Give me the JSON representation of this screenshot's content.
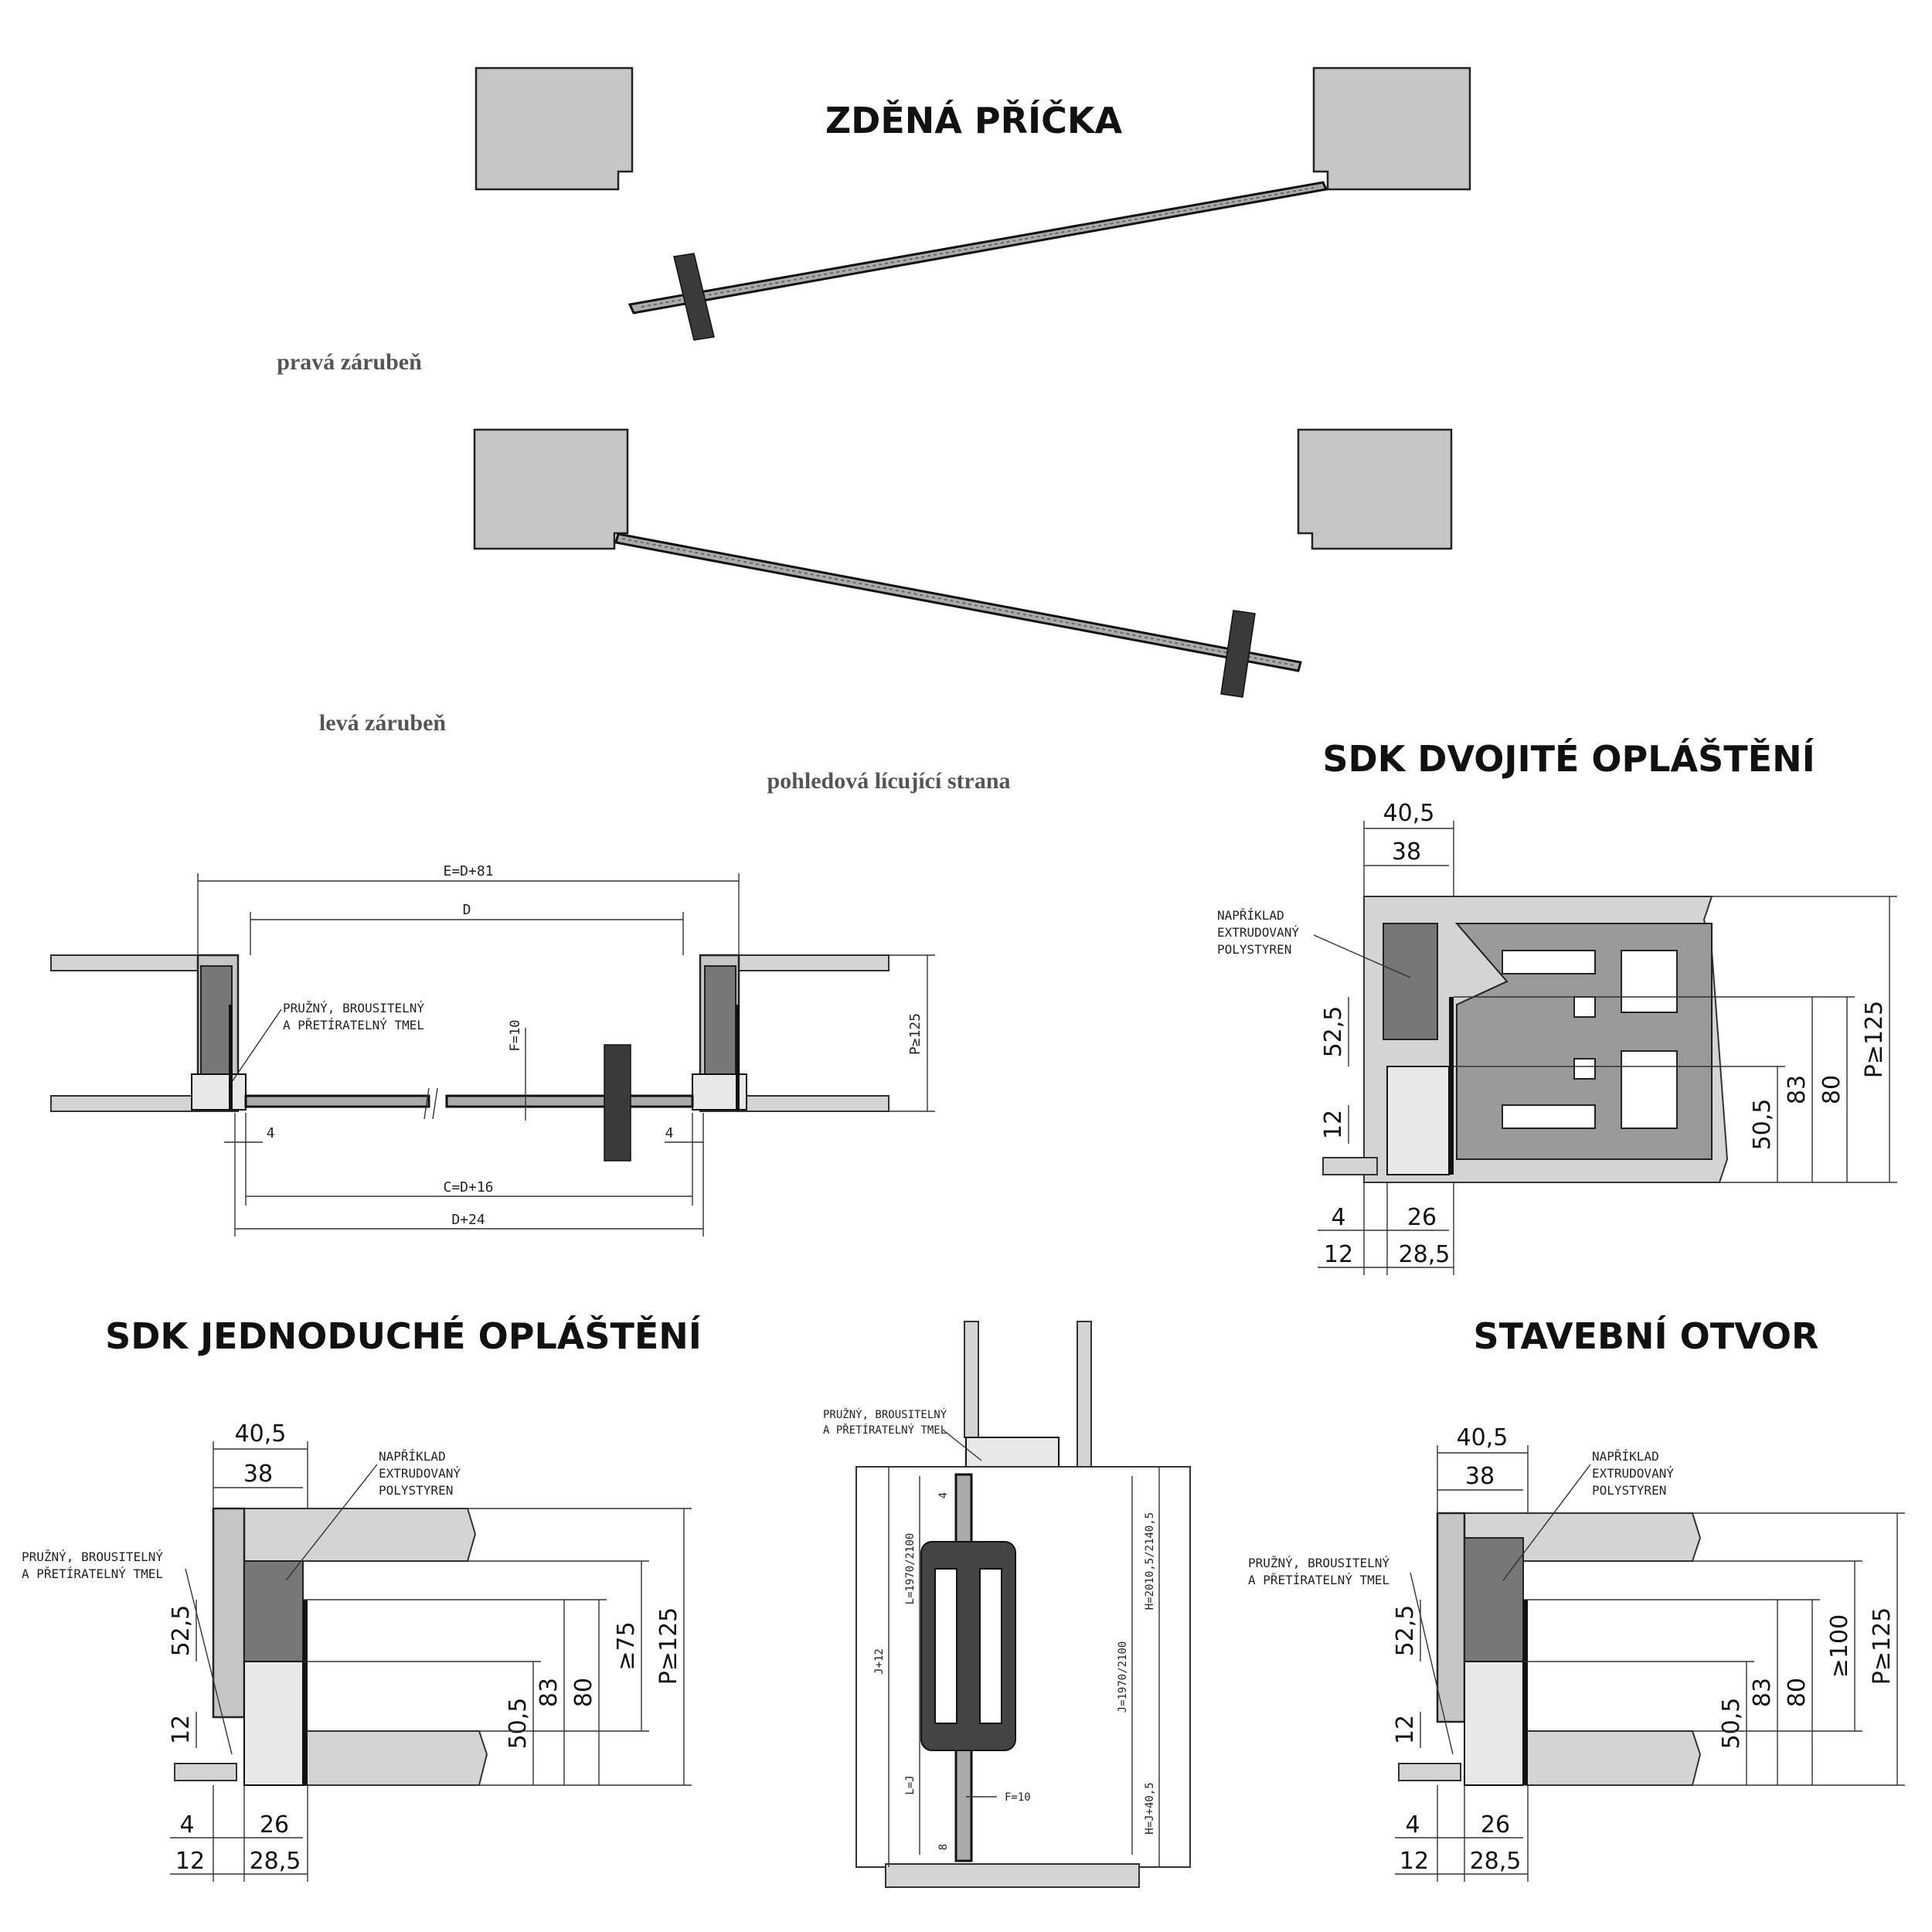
{
  "titles": {
    "zdena": "ZDĚNÁ PŘÍČKA",
    "sdk_dvojite": "SDK DVOJITÉ OPLÁŠTĚNÍ",
    "sdk_jednoduche": "SDK JEDNODUCHÉ OPLÁŠTĚNÍ",
    "stavebni": "STAVEBNÍ OTVOR"
  },
  "labels": {
    "prava": "pravá zárubeň",
    "leva": "levá zárubeň",
    "pohledova": "pohledová lícující strana"
  },
  "notes": {
    "tmel_1": "PRUŽNÝ, BROUSITELNÝ",
    "tmel_2": "A PŘETÍRATELNÝ TMEL",
    "poly_1": "NAPŘÍKLAD",
    "poly_2": "EXTRUDOVANÝ",
    "poly_3": "POLYSTYREN"
  },
  "plan_dims": {
    "e": "E=D+81",
    "d": "D",
    "f": "F=10",
    "p": "P≥125",
    "c": "C=D+16",
    "d24": "D+24",
    "four_a": "4",
    "four_b": "4"
  },
  "detail_dims": {
    "d405": "40,5",
    "d38": "38",
    "d525": "52,5",
    "d12": "12",
    "d4": "4",
    "d26": "26",
    "d285": "28,5",
    "d505": "50,5",
    "d83": "83",
    "d80": "80",
    "p125": "P≥125",
    "ge75": "≥75",
    "ge100": "≥100"
  },
  "elev_dims": {
    "h1": "H=2010,5/2140,5",
    "j1": "J=1970/2100",
    "l1": "L=1970/2100",
    "j12": "J+12",
    "lj": "L=J",
    "hj": "H=J+40,5",
    "f10": "F=10",
    "four": "4",
    "eight": "8"
  }
}
